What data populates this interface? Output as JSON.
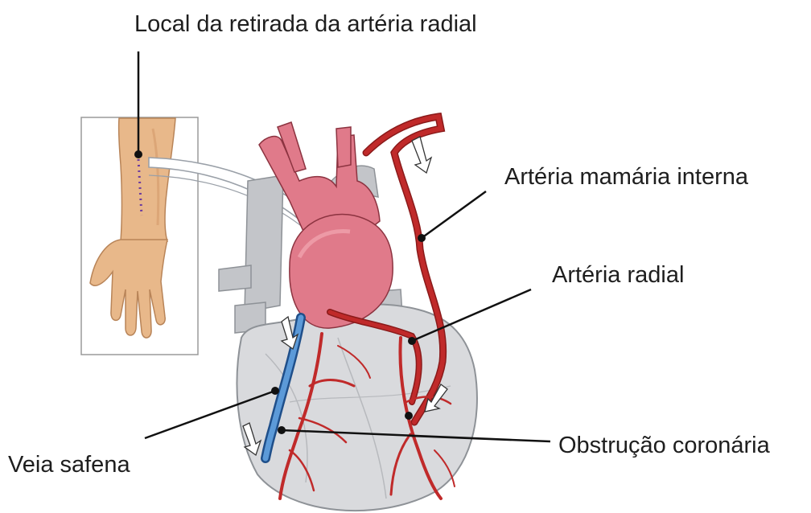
{
  "labels": {
    "radial_harvest_site": "Local da retirada da artéria radial",
    "internal_mammary": "Artéria mamária interna",
    "radial_artery": "Artéria radial",
    "saphenous_vein": "Veia safena",
    "coronary_obstruction": "Obstrução coronária"
  },
  "colors": {
    "artery": "#c02a2a",
    "artery_light": "#e06060",
    "aorta": "#e07a8a",
    "vein_blue": "#3d7cc4",
    "heart_gray": "#d9dadd",
    "vessel_gray": "#c3c5c9",
    "skin": "#e8b88a",
    "leader_line": "#111111"
  }
}
